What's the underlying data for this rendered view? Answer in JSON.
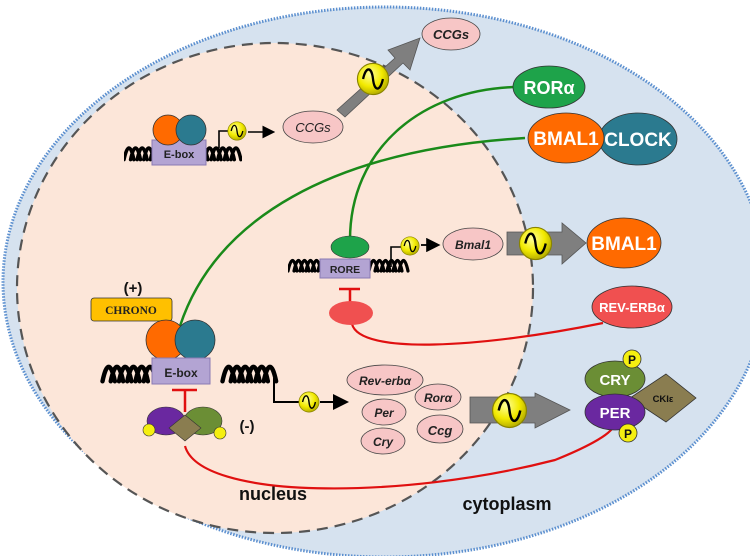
{
  "colors": {
    "cytoplasm_fill": "#d6e2ef",
    "cytoplasm_border": "#5b8fcf",
    "nucleus_fill": "#fce6d9",
    "nucleus_border": "#555555",
    "bmal1": "#ff6a00",
    "clock": "#2b7a8f",
    "ror": "#1ea34a",
    "rev_erb": "#f05050",
    "cry": "#6b8e35",
    "per": "#6a28a0",
    "ckie": "#8a7d50",
    "phospho": "#f5ef10",
    "gene_pill": "#f7c6c6",
    "dna_box": "#b3a4d3",
    "chrono": "#ffc000",
    "activation_line": "#1a8a1a",
    "repression_line": "#e01010",
    "arrow_gray": "#7f7f7f",
    "oscillator": "#f2ea00"
  },
  "compartments": {
    "nucleus": "nucleus",
    "cytoplasm": "cytoplasm"
  },
  "nucleus_elements": {
    "top_ebox_label": "E-box",
    "top_target": "CCGs",
    "rore_label": "RORE",
    "rore_target": "Bmal1",
    "main_ebox_label": "E-box",
    "chrono_label": "CHRONO",
    "activator_sign": "(+)",
    "repressor_sign": "(-)",
    "target_genes": [
      "Rev-erbα",
      "Rorα",
      "Per",
      "Cry",
      "Ccg"
    ]
  },
  "cytoplasm_elements": {
    "ccgs_protein": "CCGs",
    "ror_protein": "RORα",
    "bmal1_partner": "BMAL1",
    "clock_partner": "CLOCK",
    "bmal1_protein": "BMAL1",
    "rev_erb_protein": "REV-ERBα",
    "cry_protein": "CRY",
    "per_protein": "PER",
    "ckie_kinase": "CKIε",
    "phospho_top": "P",
    "phospho_bottom": "P"
  },
  "icons": {
    "oscillator": "sine-wave-oscillator-icon",
    "dna": "dna-helix-icon"
  }
}
